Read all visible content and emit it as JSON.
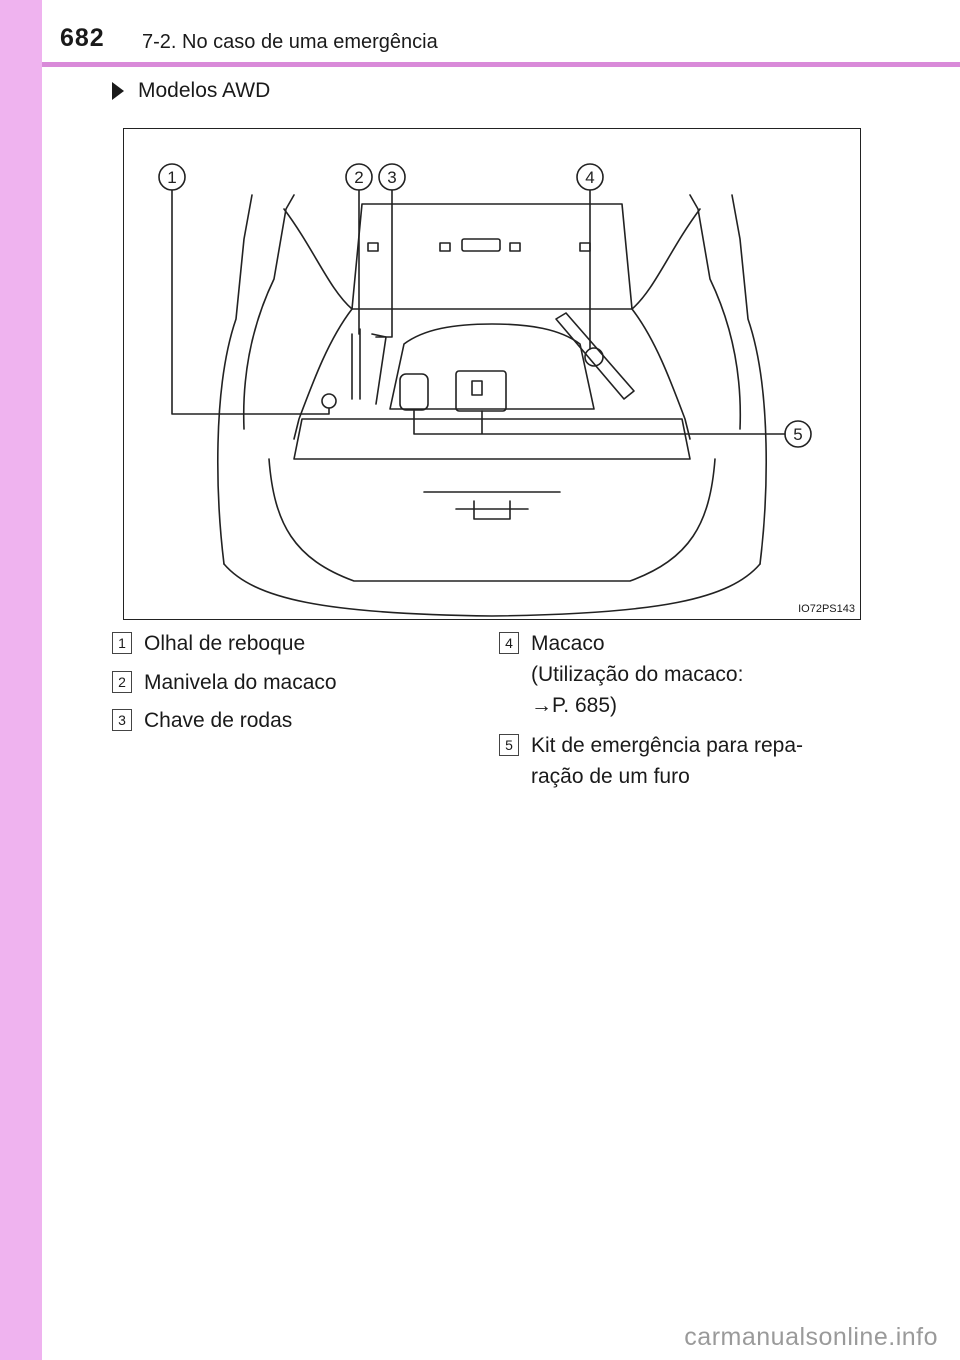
{
  "page_number": "682",
  "chapter_title": "7-2. No caso de uma emergência",
  "subsection_title": "Modelos AWD",
  "figure": {
    "code": "IO72PS143",
    "callouts": [
      "1",
      "2",
      "3",
      "4",
      "5"
    ]
  },
  "legend": {
    "items": [
      {
        "num": "1",
        "text": "Olhal de reboque"
      },
      {
        "num": "2",
        "text": "Manivela do macaco"
      },
      {
        "num": "3",
        "text": "Chave de rodas"
      },
      {
        "num": "4",
        "line1": "Macaco",
        "line2": "(Utilização do macaco:",
        "line3": "→P. 685)"
      },
      {
        "num": "5",
        "line1": "Kit de emergência para repa-",
        "line2": "ração de um furo"
      }
    ]
  },
  "watermark": "carmanualsonline.info",
  "colors": {
    "side_band": "#efb3ef",
    "header_rule": "#d98ad9"
  }
}
